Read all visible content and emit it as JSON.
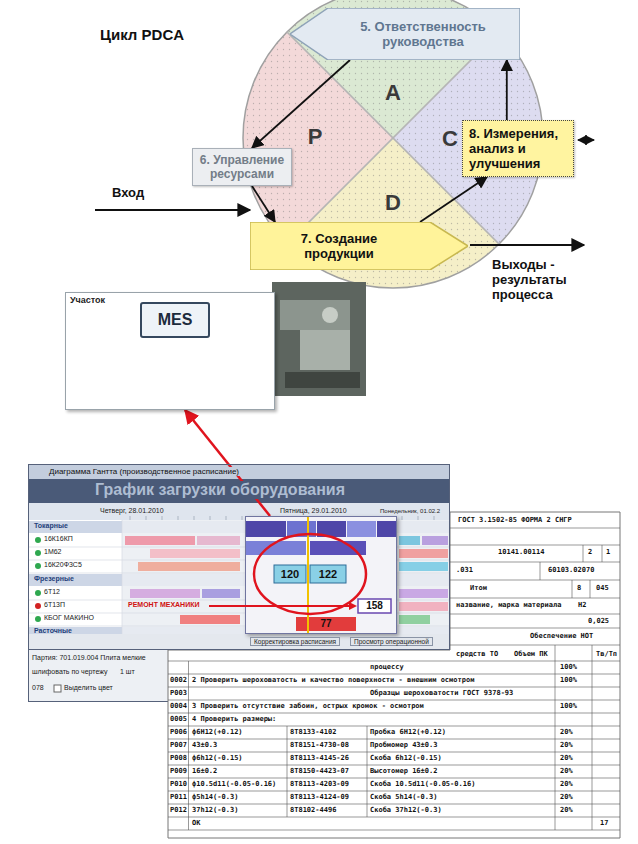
{
  "diagram": {
    "title": "Цикл PDCA",
    "nodes": [
      {
        "text": [
          "5. Ответственность руководства"
        ]
      },
      {
        "text": [
          "6. Управление ресурсами"
        ]
      },
      {
        "text": [
          "8. Измерения, анализ и улучшения"
        ]
      },
      {
        "text": [
          "7. Создание продукции"
        ]
      },
      {
        "text": [
          "Участок"
        ]
      },
      {
        "text": [
          "MES"
        ],
        "in": 4
      },
      {
        "text": [
          "Диаграмма Гантта (производственное расписание)"
        ]
      },
      {
        "text": [
          "120",
          "122",
          "158",
          "77"
        ],
        "in": 6
      }
    ],
    "edges": [
      {
        "from": 0,
        "to": 1,
        "arrow": "to"
      },
      {
        "from": 1,
        "to": 3,
        "arrow": "to"
      },
      {
        "from": 3,
        "to": 2,
        "arrow": "to"
      },
      {
        "from": 2,
        "to": 0,
        "arrow": "to"
      },
      {
        "from": 7,
        "to": 4,
        "arrow": "to"
      }
    ],
    "labels": [
      "A",
      "P",
      "C",
      "D",
      "Вход",
      "Выходы - результаты процесса",
      "График загрузки оборудования",
      "Четверг, 28.01.2010",
      "Пятница, 29.01.2010",
      "Понедельник, 01.02.2",
      "Токарные",
      "16К16КП",
      "1М62",
      "16К20Ф3С5",
      "Фрезерные",
      "6Т12",
      "6Т13П",
      "КБОГ МАКИНО",
      "Расточные",
      "РЕМОНТ МЕХАНИКИ",
      "Корректировка расписания",
      "Просмотр операционной",
      "Партия: 701.019.004 Плита мелкие",
      "шлифовать по чертежу",
      "1 шт",
      "078",
      "Выделить цвет",
      "ГОСТ 3.1502-85 ФОРМА 2 СНГР",
      "10141.00114",
      "2",
      "1",
      ".031",
      "60103.02070",
      "Итом",
      "8",
      "045",
      "название, марка материала",
      "Н2",
      "0,025",
      "Обеспечение НОТ",
      "Объем ПК",
      "Тв/Тп",
      "средств ТО",
      "процессу",
      "100%",
      "0002",
      "2 Проверить шероховатость и качество поверхности - внешним осмотром",
      "100%",
      "Р003",
      "Образцы шероховатости ГОСТ 9378-93",
      "0004",
      "3 Проверить отсутствие забоин, острых кромок - осмотром",
      "100%",
      "0005",
      "4 Проверить размеры:",
      "Р006",
      "ф6Н12(+0.12)",
      "8Т8133-4102",
      "Пробка 6Н12(+0.12)",
      "20%",
      "Р007",
      "43±0.3",
      "8Т8151-4730-08",
      "Пробмомер 43±0.3",
      "20%",
      "Р008",
      "ф6h12(-0.15)",
      "8Т8113-4145-26",
      "Скоба 6h12(-0.15)",
      "20%",
      "Р009",
      "16±0.2",
      "8Т8150-4423-07",
      "Высотомер 16±0.2",
      "20%",
      "Р010",
      "ф10.5d11(-0.05-0.16)",
      "8Т8113-4203-09",
      "Скоба 10.5d11(-0.05-0.16)",
      "20%",
      "Р011",
      "ф5h14(-0.3)",
      "8Т8113-4124-09",
      "Скоба 5h14(-0.3)",
      "20%",
      "Р012",
      "37h12(-0.3)",
      "8Т8102-4496",
      "Скоба 37h12(-0.3)",
      "20%",
      "ОК",
      "17"
    ]
  }
}
